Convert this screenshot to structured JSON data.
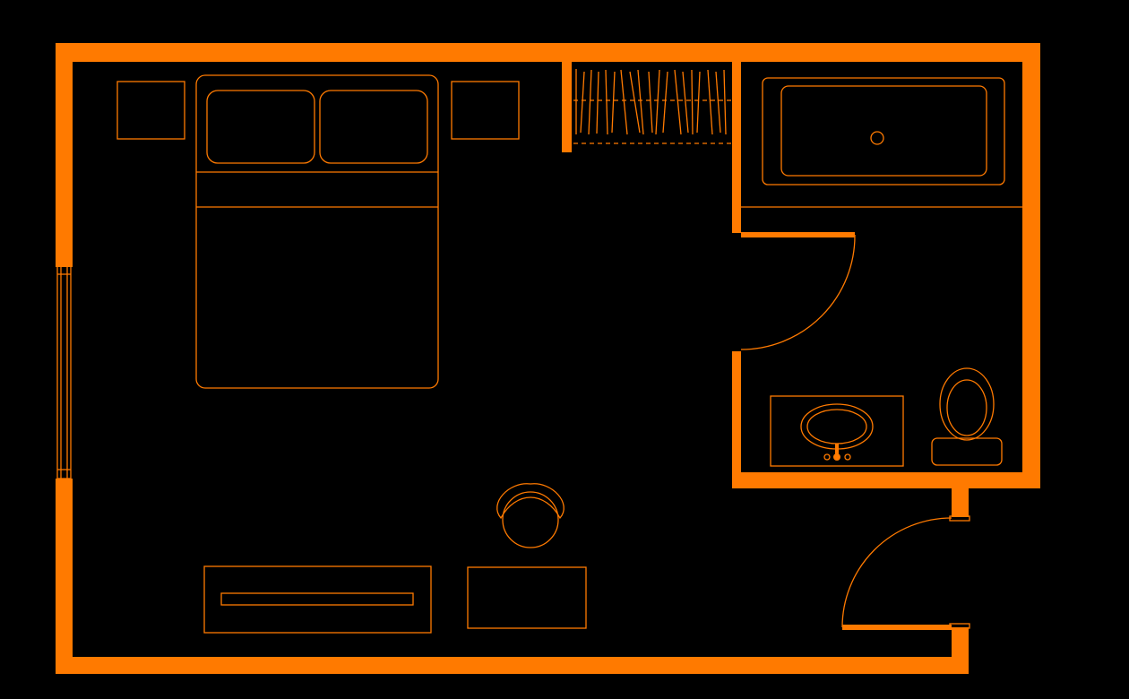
{
  "colors": {
    "background": "#000000",
    "line": "#ff7a00"
  },
  "rooms": {
    "bedroom": {
      "furniture": [
        "double-bed",
        "pillow",
        "pillow",
        "nightstand",
        "nightstand",
        "desk-chair",
        "tv-console",
        "desk"
      ]
    },
    "closet": {
      "furniture": [
        "hanging-rail",
        "clothes-hangers"
      ]
    },
    "bathroom": {
      "furniture": [
        "bathtub",
        "bathtub-drain",
        "vanity-sink",
        "toilet"
      ]
    },
    "entry": {
      "furniture": [
        "entry-door"
      ]
    }
  },
  "openings": [
    "window",
    "bathroom-door",
    "entry-door"
  ]
}
